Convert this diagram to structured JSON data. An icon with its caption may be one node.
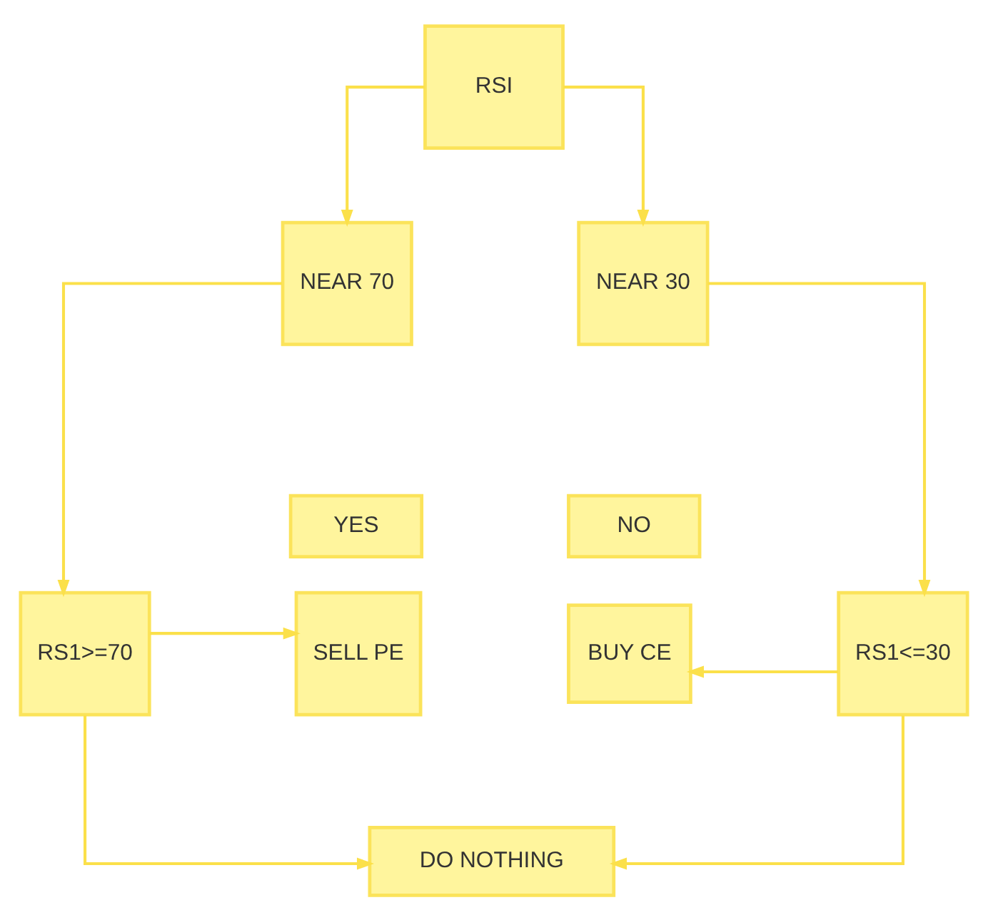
{
  "diagram": {
    "nodes": [
      {
        "text": [
          "RSI"
        ]
      },
      {
        "text": [
          "NEAR 70"
        ]
      },
      {
        "text": [
          "NEAR 30"
        ]
      },
      {
        "text": [
          "RS1>=70"
        ]
      },
      {
        "text": [
          "YES"
        ]
      },
      {
        "text": [
          "SELL PE"
        ]
      },
      {
        "text": [
          "NO"
        ]
      },
      {
        "text": [
          "BUY CE"
        ]
      },
      {
        "text": [
          "RS1<=30"
        ]
      },
      {
        "text": [
          "DO NOTHING"
        ]
      }
    ],
    "edges": [
      {
        "from": 0,
        "to": 1,
        "arrow": "to"
      },
      {
        "from": 0,
        "to": 2,
        "arrow": "to"
      },
      {
        "from": 1,
        "to": 3,
        "arrow": "to"
      },
      {
        "from": 2,
        "to": 8,
        "arrow": "to"
      },
      {
        "from": 3,
        "to": 5,
        "arrow": "to"
      },
      {
        "from": 8,
        "to": 7,
        "arrow": "to"
      },
      {
        "from": 3,
        "to": 9,
        "arrow": "to"
      },
      {
        "from": 8,
        "to": 9,
        "arrow": "to"
      }
    ]
  }
}
